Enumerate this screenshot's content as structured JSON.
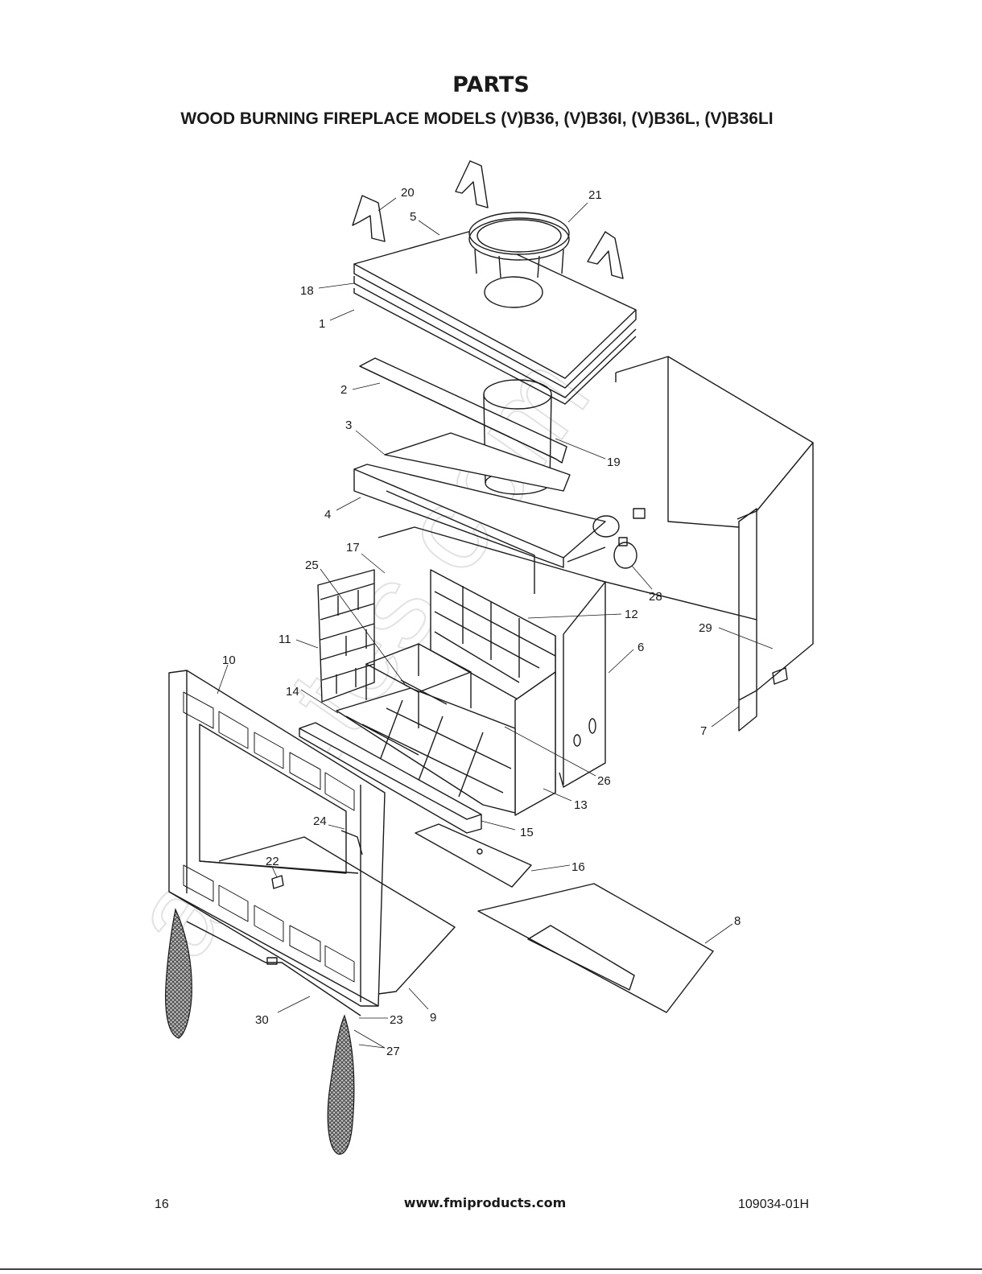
{
  "header": {
    "title": "PARTS",
    "subtitle": "WOOD BURNING FIREPLACE MODELS (V)B36, (V)B36I, (V)B36L, (V)B36LI"
  },
  "diagram": {
    "watermark": "ar-jo.tes.com",
    "callouts": [
      "20",
      "5",
      "21",
      "18",
      "1",
      "2",
      "3",
      "19",
      "4",
      "17",
      "25",
      "28",
      "12",
      "29",
      "11",
      "6",
      "10",
      "14",
      "7",
      "26",
      "13",
      "24",
      "15",
      "16",
      "22",
      "8",
      "30",
      "23",
      "9",
      "27"
    ]
  },
  "footer": {
    "page_number": "16",
    "website": "www.fmiproducts.com",
    "document_number": "109034-01H"
  },
  "colors": {
    "ink": "#1a1a1a",
    "watermark": "#e2e2e2"
  }
}
